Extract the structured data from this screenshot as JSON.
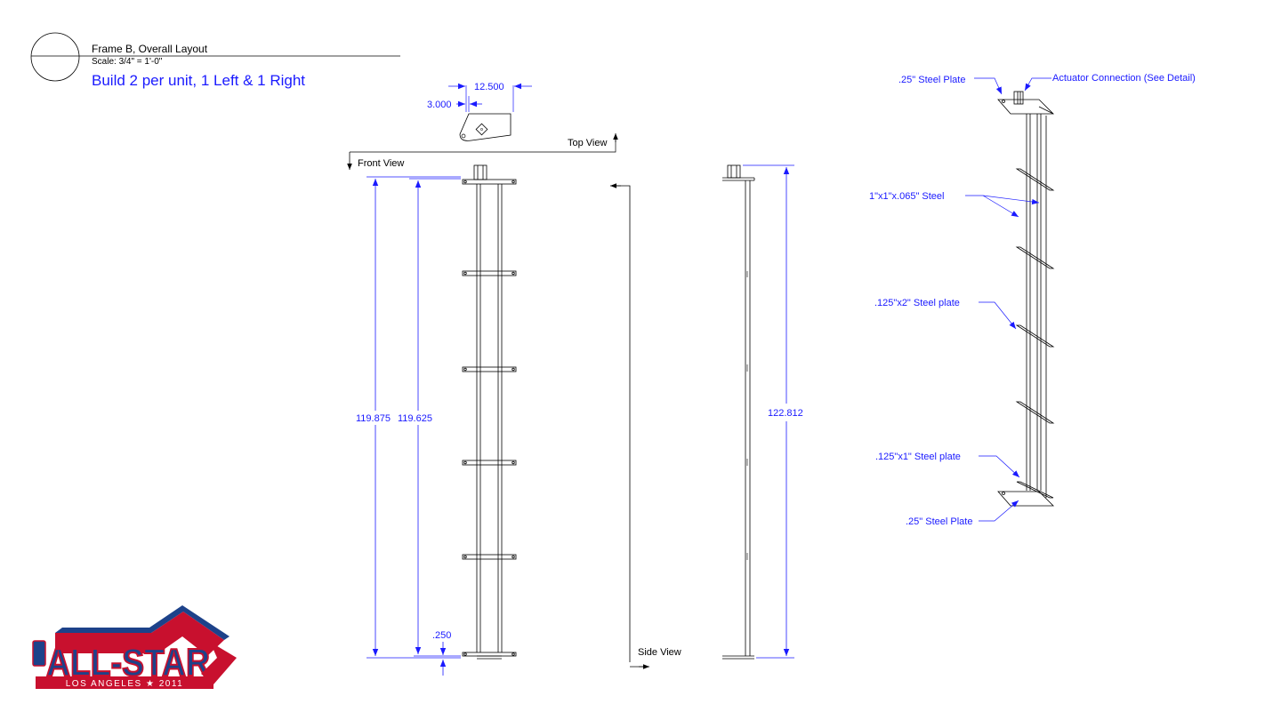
{
  "title_block": {
    "title": "Frame B, Overall Layout",
    "scale": "Scale: 3/4\" = 1'-0\"",
    "note": "Build 2 per unit, 1 Left & 1 Right"
  },
  "views": {
    "top": "Top View",
    "front": "Front View",
    "side": "Side View"
  },
  "dimensions": {
    "top_width": "12.500",
    "top_offset": "3.000",
    "front_overall": "119.875",
    "front_inner": "119.625",
    "front_base": ".250",
    "side_overall": "122.812"
  },
  "callouts": {
    "top_plate": ".25\" Steel Plate",
    "actuator": "Actuator Connection (See Detail)",
    "tube": "1\"x1\"x.065\" Steel",
    "plate_2in": ".125\"x2\" Steel plate",
    "plate_1in": ".125\"x1\" Steel plate",
    "bottom_plate": ".25\" Steel Plate"
  },
  "logo": {
    "main": "ALL-STAR",
    "sub": "LOS ANGELES ★ 2011"
  },
  "colors": {
    "dimension": "#1a1aff",
    "linework": "#000000",
    "logo_red": "#c8102e",
    "logo_blue": "#1d428a"
  }
}
